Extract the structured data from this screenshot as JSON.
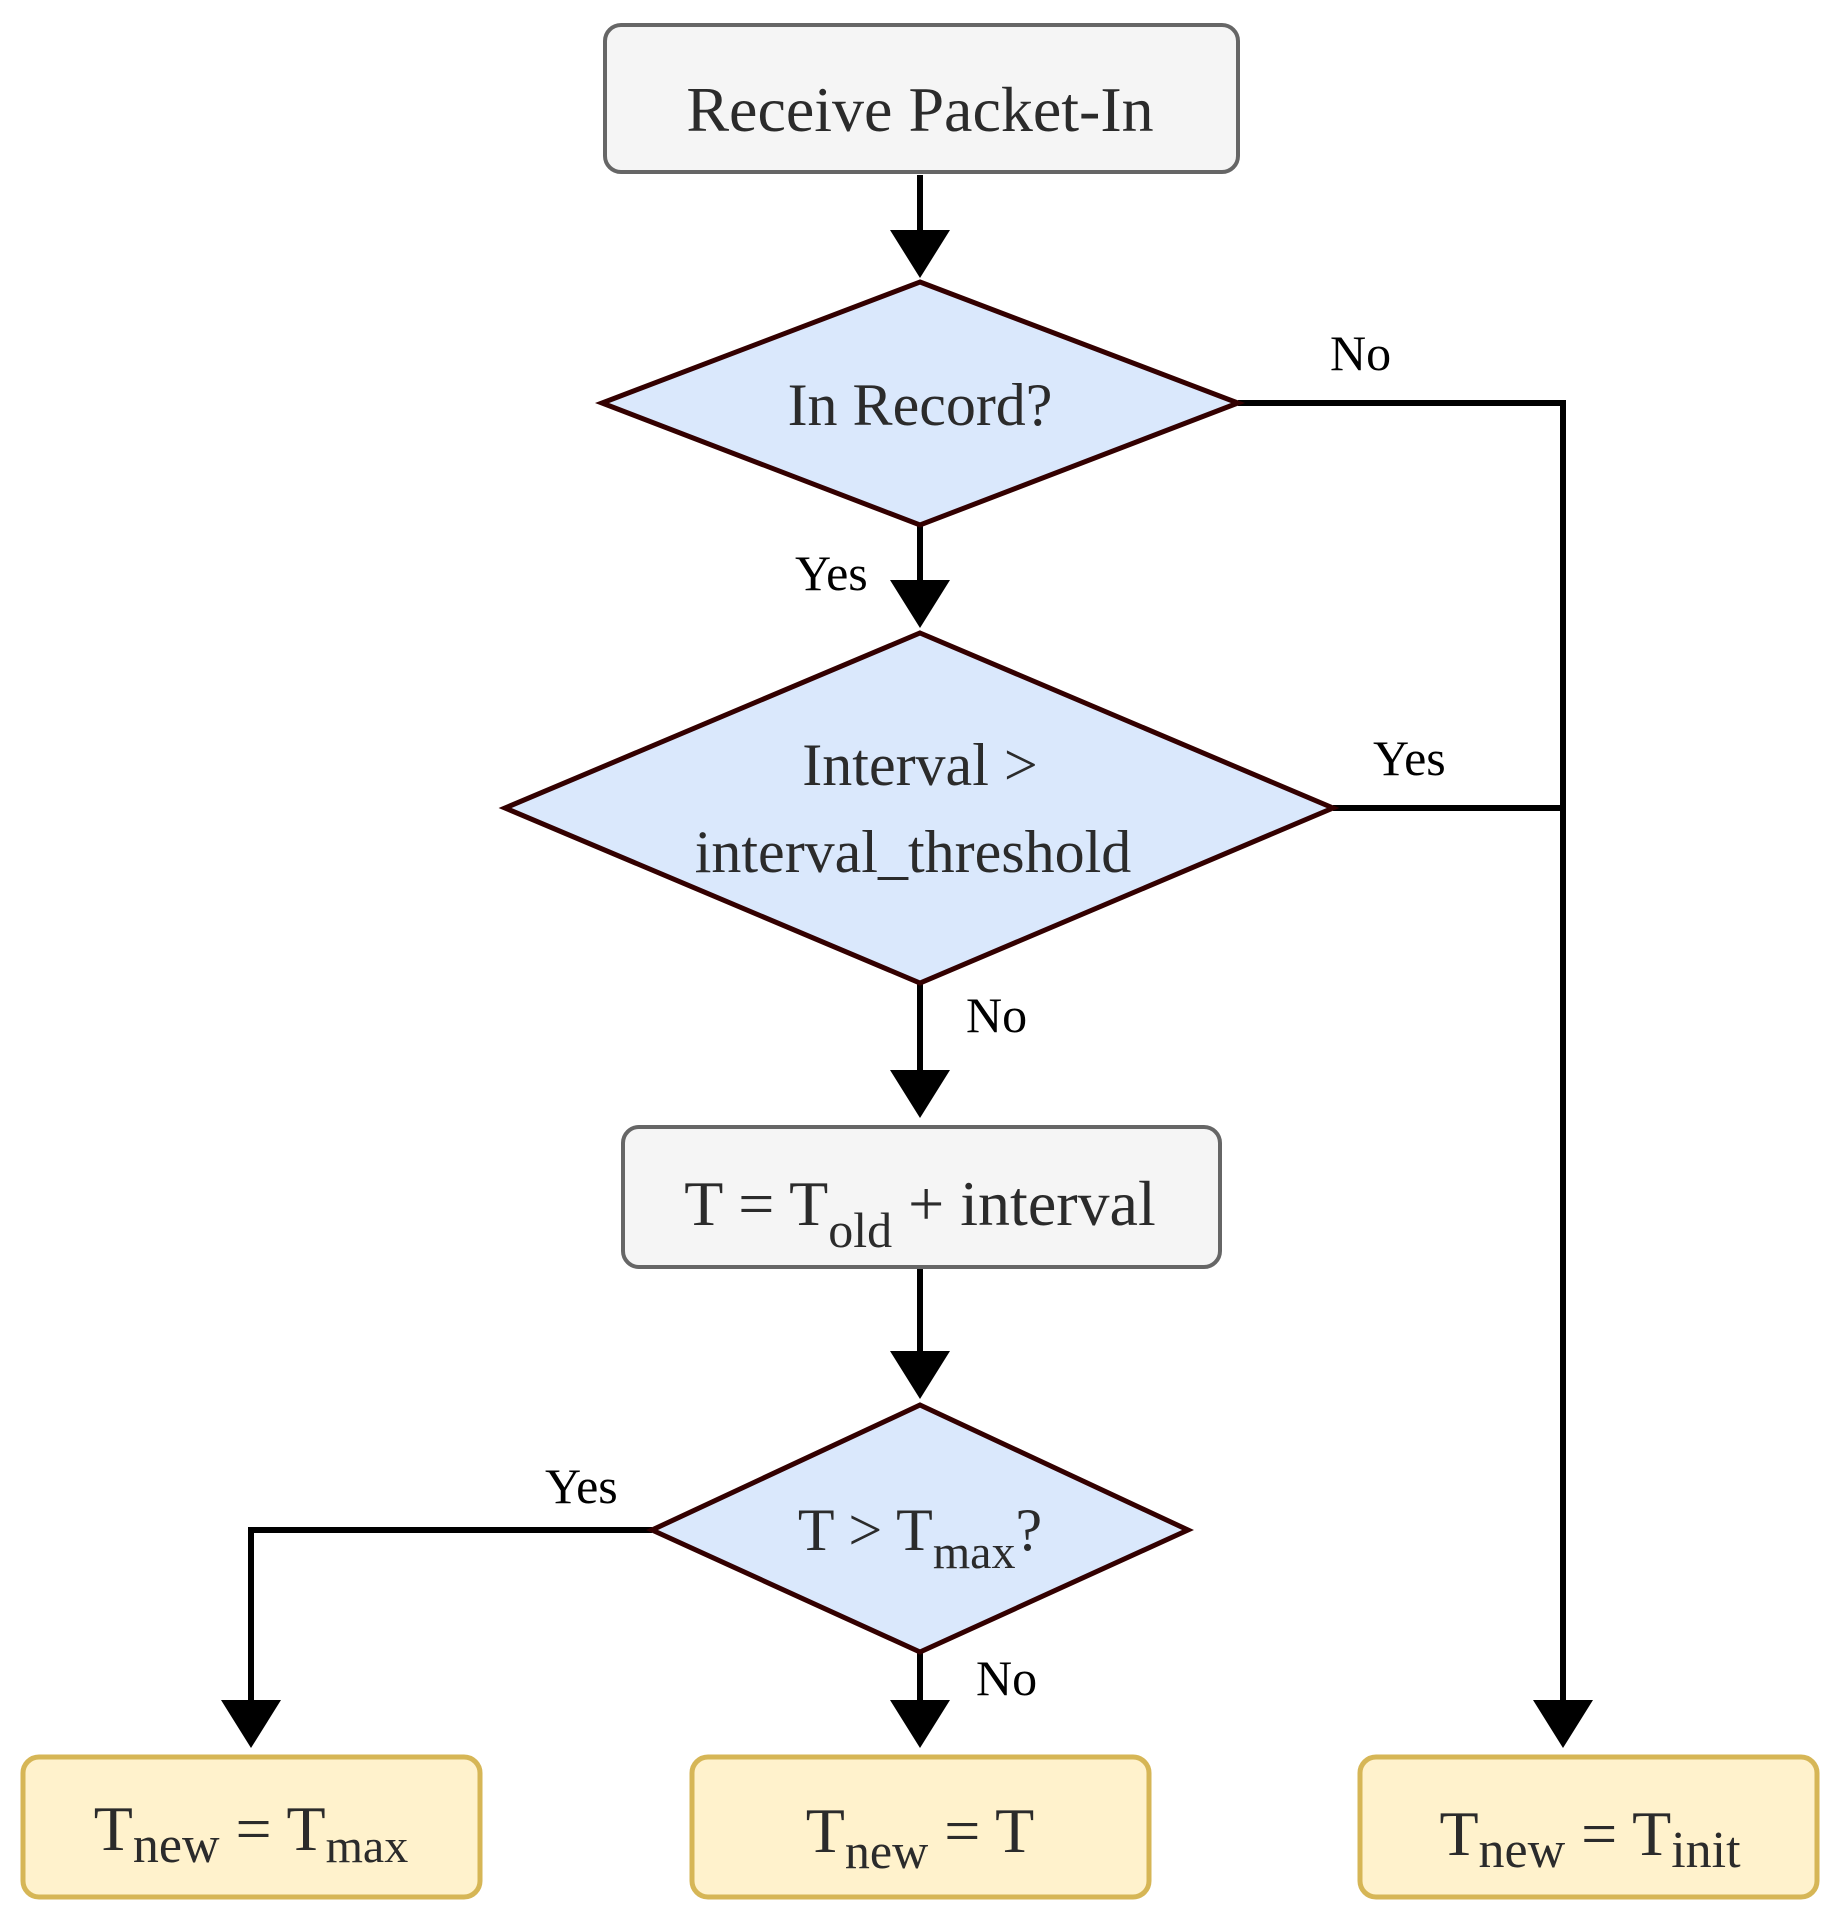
{
  "nodes": {
    "receive": {
      "text": "Receive Packet-In"
    },
    "in_record": {
      "text": "In Record?"
    },
    "interval_check": {
      "line1": "Interval >",
      "line2": "interval_threshold"
    },
    "compute_t": {
      "left": "T = T",
      "sub": "old",
      "right": " + interval"
    },
    "t_max_check": {
      "left": "T > T",
      "sub": "max",
      "right": "?"
    },
    "out_max": {
      "left": "T",
      "sub": "new",
      "mid": " = T",
      "sub2": "max"
    },
    "out_t": {
      "left": "T",
      "sub": "new",
      "mid": " = T"
    },
    "out_init": {
      "left": "T",
      "sub": "new",
      "mid": " = T",
      "sub2": "init"
    }
  },
  "edge_labels": {
    "in_record_no": "No",
    "in_record_yes": "Yes",
    "interval_yes": "Yes",
    "interval_no": "No",
    "tmax_yes": "Yes",
    "tmax_no": "No"
  },
  "colors": {
    "process_fill": "#f5f5f5",
    "process_stroke": "#666666",
    "decision_fill": "#dae8fc",
    "decision_stroke": "#330000",
    "terminal_fill": "#fff2cc",
    "terminal_stroke": "#d6b656"
  }
}
